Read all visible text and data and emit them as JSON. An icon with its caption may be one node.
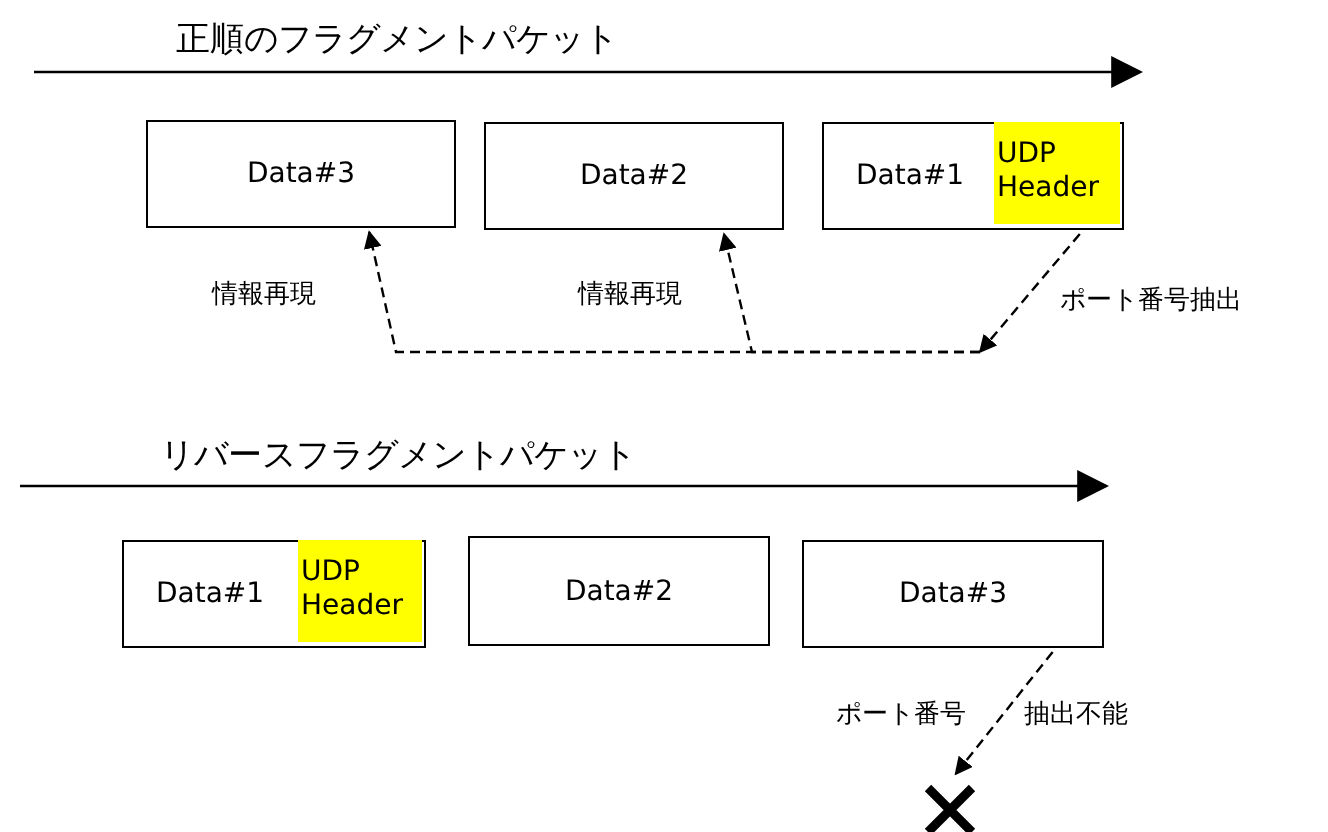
{
  "diagram": {
    "nodes": [
      {
        "text": [
          "Data#3"
        ]
      },
      {
        "text": [
          "Data#2"
        ]
      },
      {
        "text": [
          "Data#1"
        ]
      },
      {
        "text": [
          "UDP Header"
        ],
        "in": 2
      },
      {
        "text": [
          "Data#1"
        ]
      },
      {
        "text": [
          "UDP Header"
        ],
        "in": 4
      },
      {
        "text": [
          "Data#2"
        ]
      },
      {
        "text": [
          "Data#3"
        ]
      },
      {
        "text": [],
        "shape": "cross"
      }
    ],
    "edges": [
      {
        "from": 3,
        "to": 0,
        "arrow": "to",
        "style": "dashed",
        "label": "情報再現"
      },
      {
        "from": 3,
        "to": 1,
        "arrow": "to",
        "style": "dashed",
        "label": "情報再現"
      },
      {
        "from": 7,
        "to": 8,
        "arrow": "to",
        "style": "dashed"
      }
    ],
    "labels": [
      "正順のフラグメントパケット",
      "ポート番号抽出",
      "リバースフラグメントパケット",
      "ポート番号",
      "抽出不能"
    ]
  }
}
